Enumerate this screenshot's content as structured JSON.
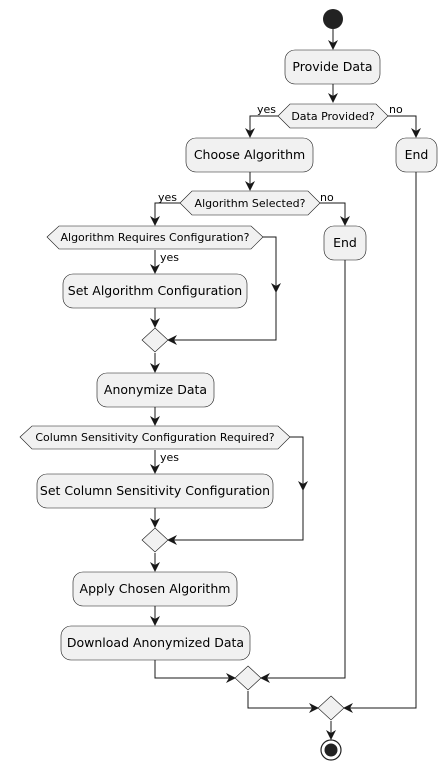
{
  "activities": {
    "provide_data": "Provide Data",
    "choose_algorithm": "Choose Algorithm",
    "end_1": "End",
    "end_2": "End",
    "set_algorithm_config": "Set Algorithm Configuration",
    "anonymize_data": "Anonymize Data",
    "set_column_sensitivity": "Set Column Sensitivity Configuration",
    "apply_algorithm": "Apply Chosen Algorithm",
    "download_data": "Download Anonymized Data"
  },
  "conditions": {
    "data_provided": "Data Provided?",
    "algorithm_selected": "Algorithm Selected?",
    "algorithm_requires_config": "Algorithm Requires Configuration?",
    "column_sensitivity_required": "Column Sensitivity Configuration Required?"
  },
  "labels": {
    "yes": "yes",
    "no": "no"
  }
}
